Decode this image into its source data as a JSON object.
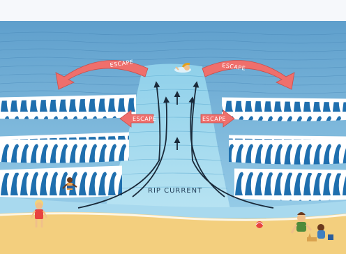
{
  "labels": {
    "escape_top_left": "ESCAPE",
    "escape_top_right": "ESCAPE",
    "escape_mid_left": "ESCAPE",
    "escape_mid_right": "ESCAPE",
    "rip_current": "RIP CURRENT"
  },
  "colors": {
    "sky": "#f6f8fb",
    "sea_far": "#6aa9d2",
    "sea_near": "#8ec7e6",
    "channel": "#9fd6ec",
    "wave_blue": "#1f6fae",
    "foam": "#ffffff",
    "sand": "#f3cf7e",
    "escape_arrow": "#ef6f6c",
    "current_arrow": "#1a2a3a"
  },
  "icons": [
    "swimmer-icon",
    "child-beach-icon",
    "wading-child-icon",
    "family-sandcastle-icon",
    "beach-ball-icon"
  ]
}
